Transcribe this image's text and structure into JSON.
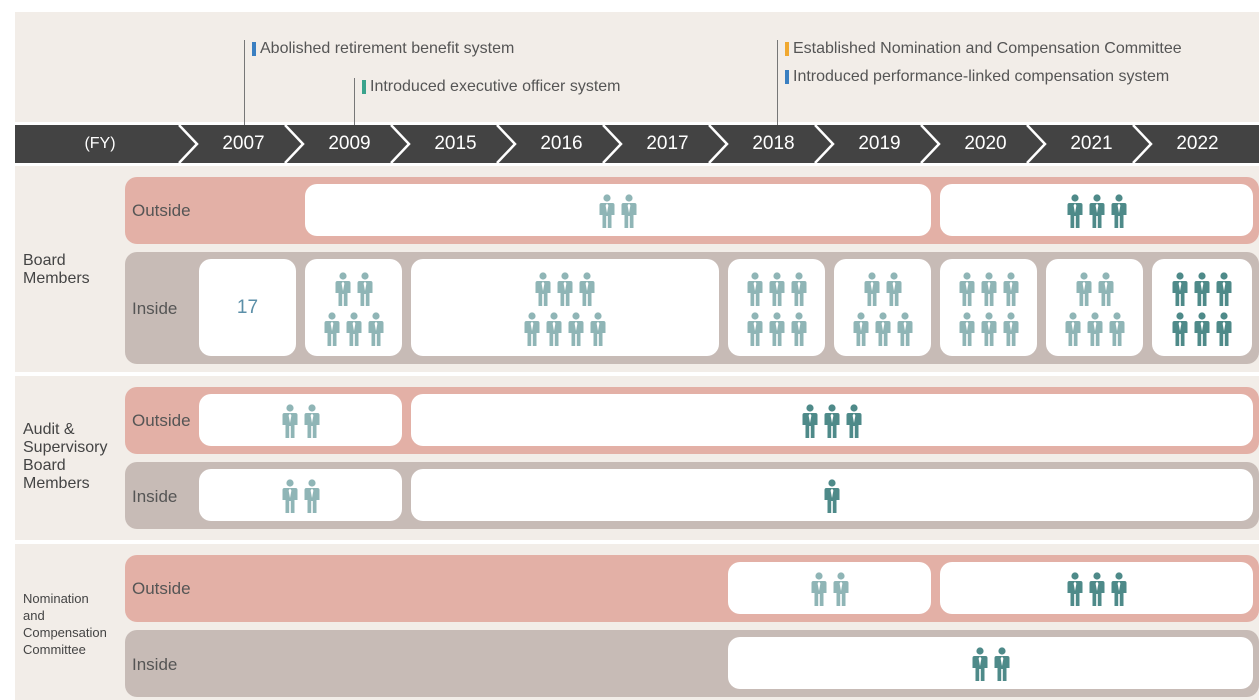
{
  "annotations": [
    {
      "text": "Abolished retirement benefit system",
      "color": "#3a7fc1"
    },
    {
      "text": "Introduced executive officer system",
      "color": "#3aa38c"
    },
    {
      "text": "Established Nomination and Compensation Committee",
      "color": "#f0a830"
    },
    {
      "text": "Introduced performance-linked compensation system",
      "color": "#3a7fc1"
    }
  ],
  "timeline": {
    "label": "(FY)",
    "years": [
      "2007",
      "2009",
      "2015",
      "2016",
      "2017",
      "2018",
      "2019",
      "2020",
      "2021",
      "2022"
    ]
  },
  "groups": {
    "board": {
      "label": "Board\nMembers",
      "outside": "Outside",
      "inside": "Inside"
    },
    "audit": {
      "label": "Audit &\nSupervisory\nBoard\nMembers",
      "outside": "Outside",
      "inside": "Inside"
    },
    "nomination": {
      "label": "Nomination\nand\nCompensation\nCommittee",
      "outside": "Outside",
      "inside": "Inside"
    }
  },
  "cells": {
    "board_inside_2007": "17"
  },
  "chart_data": {
    "type": "table",
    "unit": "persons (icons)",
    "board_members": {
      "outside": [
        {
          "years": "2009-2019",
          "count": 2
        },
        {
          "years": "2020-2022",
          "count": 3
        }
      ],
      "inside": [
        {
          "years": "2007",
          "count": 17
        },
        {
          "years": "2009",
          "count": 5
        },
        {
          "years": "2015-2017",
          "count": 7
        },
        {
          "years": "2018",
          "count": 6
        },
        {
          "years": "2019",
          "count": 5
        },
        {
          "years": "2020",
          "count": 6
        },
        {
          "years": "2021",
          "count": 5
        },
        {
          "years": "2022",
          "count": 6
        }
      ]
    },
    "audit_supervisory_board_members": {
      "outside": [
        {
          "years": "2007-2009",
          "count": 2
        },
        {
          "years": "2015-2022",
          "count": 3
        }
      ],
      "inside": [
        {
          "years": "2007-2009",
          "count": 2
        },
        {
          "years": "2015-2022",
          "count": 1
        }
      ]
    },
    "nomination_and_compensation_committee": {
      "outside": [
        {
          "years": "2018-2019",
          "count": 2
        },
        {
          "years": "2020-2022",
          "count": 3
        }
      ],
      "inside": [
        {
          "years": "2018-2022",
          "count": 2
        }
      ]
    }
  },
  "colors": {
    "person_light": "#8fb5b6",
    "person_dark": "#4e8a89",
    "outside_band": "#e3b0a6",
    "inside_band": "#c7bbb6",
    "year_bar": "#434343"
  }
}
